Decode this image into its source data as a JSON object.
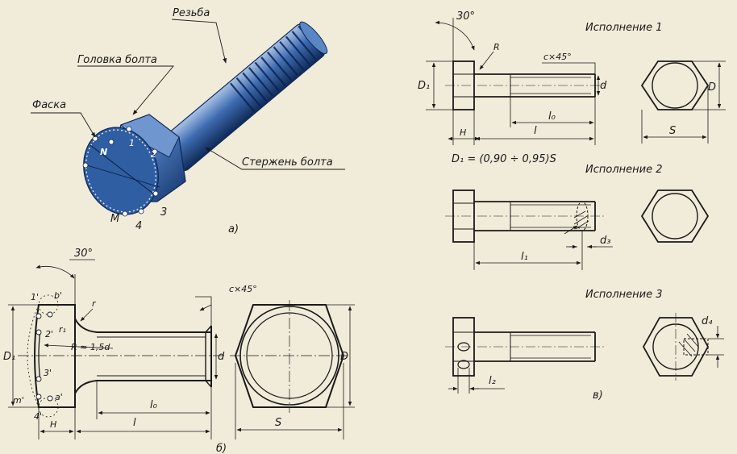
{
  "labels": {
    "thread": "Резьба",
    "head": "Головка болта",
    "chamfer": "Фаска",
    "shank": "Стержень болта",
    "pt_N": "N",
    "pt_1": "1",
    "pt_2": "2",
    "pt_3": "3",
    "pt_4": "4",
    "pt_M": "M",
    "fig_a": "а)",
    "fig_b": "б)",
    "fig_v": "в)",
    "variant1": "Исполнение 1",
    "variant2": "Исполнение 2",
    "variant3": "Исполнение 3",
    "formula": "D₁ = (0,90 ÷ 0,95)S"
  },
  "dimensions": {
    "angle30": "30°",
    "r_small": "r",
    "r1": "r₁",
    "R_upper": "R",
    "R_big": "R ≈ 1,5d",
    "chamfer": "c×45°",
    "D1": "D₁",
    "d": "d",
    "D": "D",
    "H": "H",
    "l": "l",
    "l0": "l₀",
    "l1": "l₁",
    "l2": "l₂",
    "S": "S",
    "d3": "d₃",
    "d4": "d₄",
    "p1p": "1'",
    "p2p": "2'",
    "p3p": "3'",
    "p4p": "4'",
    "pa": "a'",
    "pb": "b'",
    "pm": "m'"
  },
  "colors": {
    "paper": "#f1ebd9",
    "ink": "#1a1a1a",
    "steel_dark": "#1c3f78",
    "steel_mid": "#3e6bb0",
    "steel_light": "#a9c3e6"
  }
}
